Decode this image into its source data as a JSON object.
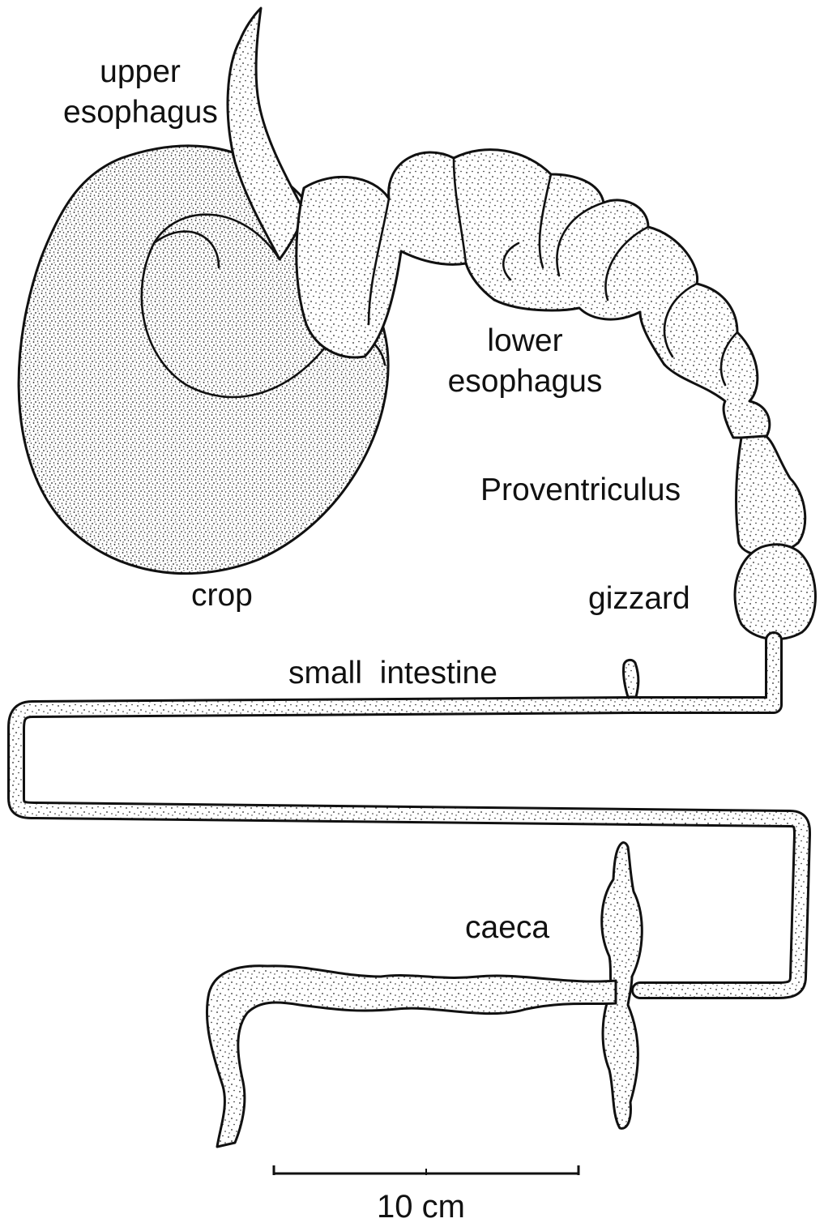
{
  "labels": {
    "upper_esophagus": [
      "upper",
      "esophagus"
    ],
    "lower_esophagus": [
      "lower",
      "esophagus"
    ],
    "proventriculus": "Proventriculus",
    "crop": "crop",
    "gizzard": "gizzard",
    "small_intestine": "small  intestine",
    "caeca": "caeca"
  },
  "scale_bar": {
    "label": "10 cm"
  }
}
